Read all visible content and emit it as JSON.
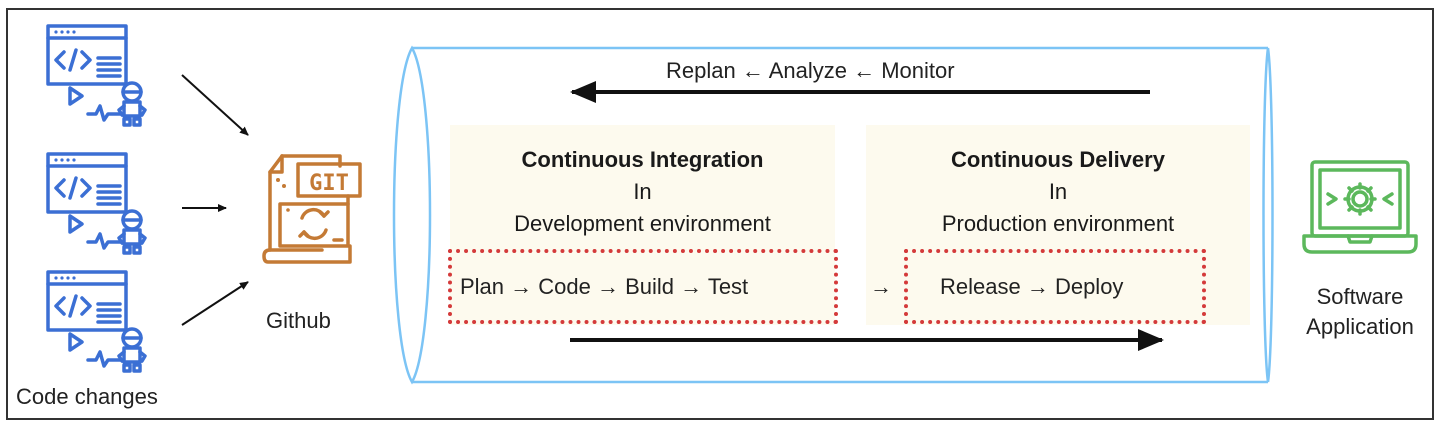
{
  "sources": {
    "label": "Code changes",
    "items": [
      {
        "icon": "developer-code-icon"
      },
      {
        "icon": "developer-code-icon"
      },
      {
        "icon": "developer-code-icon"
      }
    ],
    "color": "#3b6fd4"
  },
  "repository": {
    "label": "Github",
    "icon": "git-file-icon",
    "icon_text": "GIT",
    "color": "#c47a35"
  },
  "pipeline": {
    "feedback_label": "Replan ← Analyze ← Monitor",
    "cylinder_color": "#7cc4f5",
    "panel_color": "#fdfaee",
    "dotted_color": "#d43a3a",
    "ci": {
      "title": "Continuous Integration",
      "line2": "In",
      "line3": "Development environment",
      "flow": "Plan → Code →  Build → Test"
    },
    "connector": "→",
    "cd": {
      "title": "Continuous Delivery",
      "line2": "In",
      "line3": "Production environment",
      "flow": "Release → Deploy"
    }
  },
  "output": {
    "line1": "Software",
    "line2": "Application",
    "icon": "laptop-gear-icon",
    "color": "#5cb85c"
  }
}
